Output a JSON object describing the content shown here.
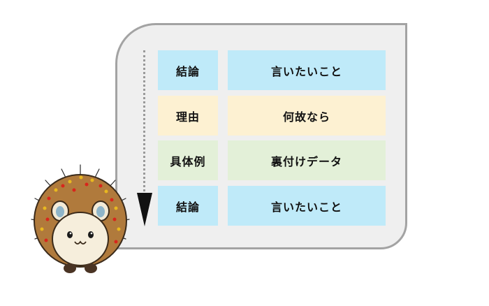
{
  "steps": [
    {
      "label": "結論",
      "desc": "言いたいこと",
      "color": "#bfeaf9"
    },
    {
      "label": "理由",
      "desc": "何故なら",
      "color": "#fdf1d2"
    },
    {
      "label": "具体例",
      "desc": "裏付けデータ",
      "color": "#e3f0d8"
    },
    {
      "label": "結論",
      "desc": "言いたいこと",
      "color": "#bfeaf9"
    }
  ],
  "panel": {
    "background": "#efefef",
    "border": "#a3a3a3"
  },
  "arrow": {
    "icon": "dotted-down-arrow-icon"
  },
  "mascot": {
    "icon": "hedgehog-icon"
  }
}
